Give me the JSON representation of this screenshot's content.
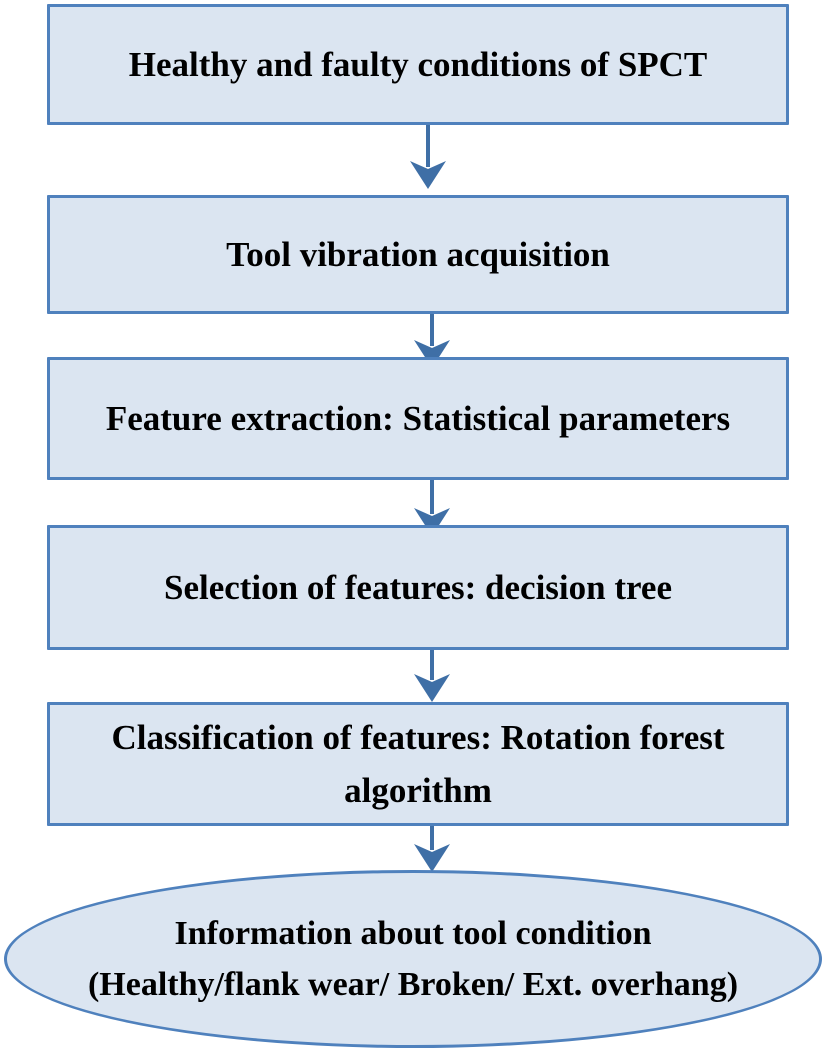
{
  "diagram": {
    "type": "flowchart",
    "direction": "top-to-bottom",
    "nodes": [
      {
        "id": "node-1",
        "shape": "rectangle",
        "label": "Healthy and faulty conditions of SPCT"
      },
      {
        "id": "node-2",
        "shape": "rectangle",
        "label": "Tool vibration acquisition"
      },
      {
        "id": "node-3",
        "shape": "rectangle",
        "label": "Feature extraction: Statistical parameters"
      },
      {
        "id": "node-4",
        "shape": "rectangle",
        "label": "Selection of features: decision tree"
      },
      {
        "id": "node-5",
        "shape": "rectangle",
        "label": "Classification of features: Rotation forest\nalgorithm"
      },
      {
        "id": "node-6",
        "shape": "ellipse",
        "label": "Information about tool condition\n(Healthy/flank wear/ Broken/ Ext. overhang)"
      }
    ],
    "edges": [
      {
        "from": "node-1",
        "to": "node-2",
        "style": "arrow-down"
      },
      {
        "from": "node-2",
        "to": "node-3",
        "style": "arrow-down"
      },
      {
        "from": "node-3",
        "to": "node-4",
        "style": "arrow-down"
      },
      {
        "from": "node-4",
        "to": "node-5",
        "style": "arrow-down"
      },
      {
        "from": "node-5",
        "to": "node-6",
        "style": "arrow-down"
      }
    ]
  },
  "theme": {
    "node-fill": "#dbe5f1",
    "node-border": "#4f81bd",
    "arrow-color": "#3f6fa6",
    "text-color": "#000000",
    "page-bg": "#ffffff"
  }
}
